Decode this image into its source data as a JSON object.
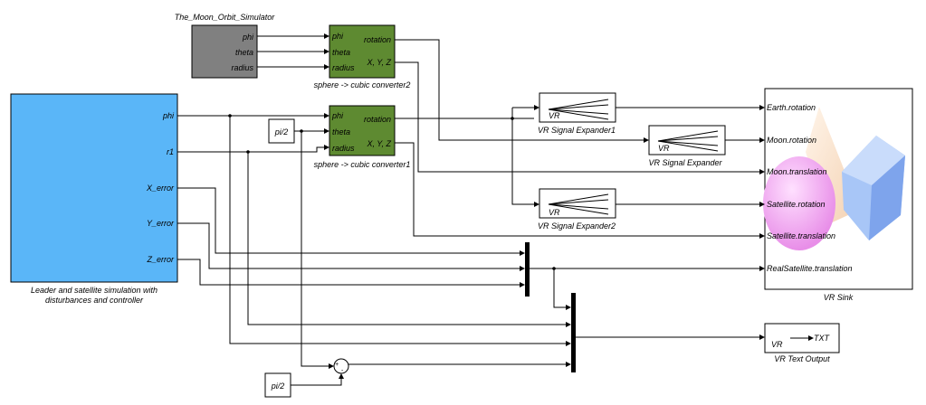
{
  "blocks": {
    "moon_orbit": {
      "title": "The_Moon_Orbit_Simulator",
      "ports_out": [
        "phi",
        "theta",
        "radius"
      ],
      "color": "#808080"
    },
    "leader": {
      "caption_line1": "Leader and satellite simulation with",
      "caption_line2": "disturbances and controller",
      "ports_out": [
        "phi",
        "r1",
        "X_error",
        "Y_error",
        "Z_error"
      ],
      "color": "#5ab6f8"
    },
    "converter2": {
      "caption": "sphere -> cubic converter2",
      "ports_in": [
        "phi",
        "theta",
        "radius"
      ],
      "ports_out": [
        "rotation",
        "X, Y, Z"
      ],
      "color": "#5e8a31"
    },
    "converter1": {
      "caption": "sphere -> cubic converter1",
      "ports_in": [
        "phi",
        "theta",
        "radius"
      ],
      "ports_out": [
        "rotation",
        "X, Y, Z"
      ],
      "color": "#5e8a31"
    },
    "const_top": {
      "value": "pi/2"
    },
    "const_bottom": {
      "value": "pi/2"
    },
    "sum": {
      "signs": [
        "+",
        "-"
      ]
    },
    "expander1": {
      "caption": "VR Signal Expander1",
      "text": "VR"
    },
    "expander": {
      "caption": "VR Signal Expander",
      "text": "VR"
    },
    "expander2": {
      "caption": "VR Signal Expander2",
      "text": "VR"
    },
    "vr_sink": {
      "caption": "VR Sink",
      "ports_in": [
        "Earth.rotation",
        "Moon.rotation",
        "Moon.translation",
        "Satellite.rotation",
        "Satellite.translation",
        "RealSatellite.translation"
      ]
    },
    "text_output": {
      "caption": "VR Text Output",
      "left_text": "VR",
      "right_text": "TXT"
    }
  }
}
